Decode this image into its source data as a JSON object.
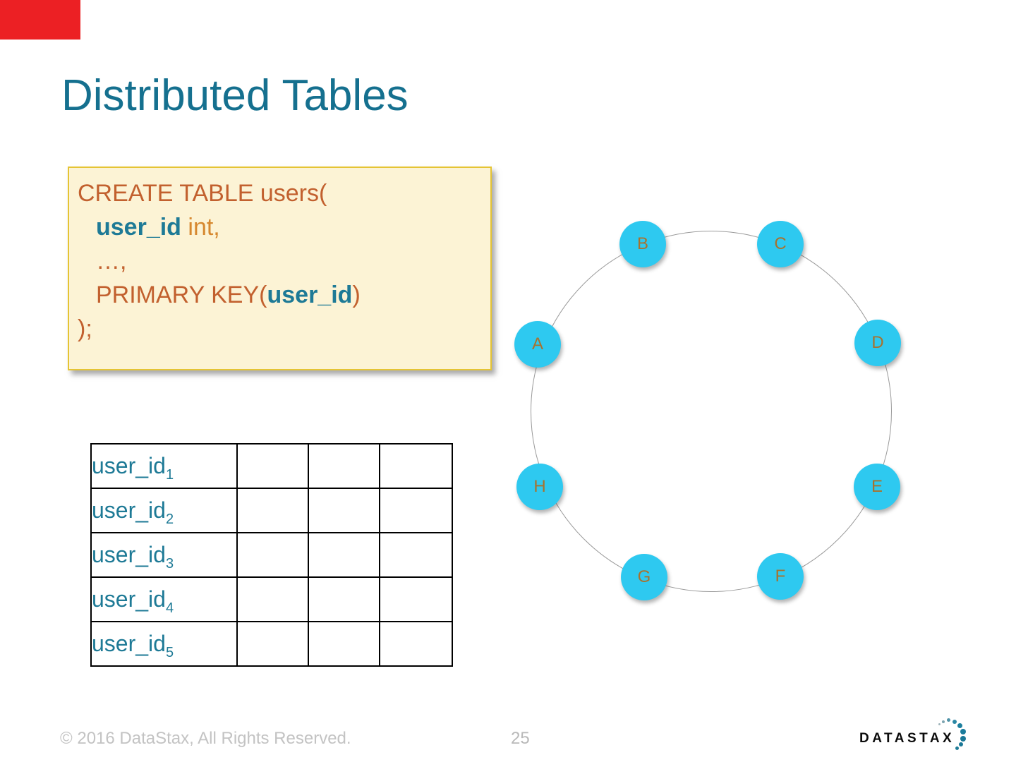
{
  "slide": {
    "title": "Distributed Tables",
    "accent_colors": {
      "title_teal": "#15708f",
      "keyword_orange": "#c2602e",
      "type_orange": "#d6882f",
      "identifier_teal": "#1e7a96",
      "node_cyan": "#2ec9f0",
      "node_letter_brown": "#a8722e",
      "code_box_bg": "#fcf3d5",
      "code_box_border": "#e5c434",
      "marker_red": "#ec2024",
      "footer_gray": "#c3c3c3"
    }
  },
  "code_box": {
    "lines": [
      {
        "segments": [
          {
            "text": "CREATE TABLE users(",
            "style": "keyword"
          }
        ]
      },
      {
        "segments": [
          {
            "text": "user_id",
            "style": "identifier"
          },
          {
            "text": " int,",
            "style": "type"
          }
        ]
      },
      {
        "segments": [
          {
            "text": "…,",
            "style": "keyword"
          }
        ]
      },
      {
        "segments": [
          {
            "text": "PRIMARY KEY(",
            "style": "keyword"
          },
          {
            "text": "user_id",
            "style": "identifier"
          },
          {
            "text": ")",
            "style": "keyword"
          }
        ]
      },
      {
        "segments": [
          {
            "text": ");",
            "style": "keyword"
          }
        ]
      }
    ]
  },
  "table": {
    "rows": [
      {
        "label": "user_id",
        "sub": "1"
      },
      {
        "label": "user_id",
        "sub": "2"
      },
      {
        "label": "user_id",
        "sub": "3"
      },
      {
        "label": "user_id",
        "sub": "4"
      },
      {
        "label": "user_id",
        "sub": "5"
      }
    ],
    "empty_columns": 3
  },
  "ring": {
    "nodes": [
      {
        "label": "A"
      },
      {
        "label": "B"
      },
      {
        "label": "C"
      },
      {
        "label": "D"
      },
      {
        "label": "E"
      },
      {
        "label": "F"
      },
      {
        "label": "G"
      },
      {
        "label": "H"
      }
    ]
  },
  "footer": {
    "copyright": "© 2016 DataStax, All Rights Reserved.",
    "page_number": "25",
    "logo_text": "DATASTAX"
  }
}
